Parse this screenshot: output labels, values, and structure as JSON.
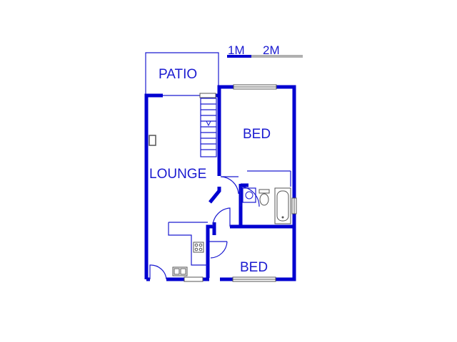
{
  "scale_bar": {
    "marks": [
      "1M",
      "2M"
    ],
    "colors": {
      "dark": "#0000d0",
      "light": "#b0b0b0"
    }
  },
  "rooms": {
    "patio": "PATIO",
    "lounge": "LOUNGE",
    "bed_top": "BED",
    "bed_bottom": "BED"
  },
  "colors": {
    "wall": "#0000d0",
    "line": "#1a1ad0",
    "fixture": "#9a9a9a"
  }
}
